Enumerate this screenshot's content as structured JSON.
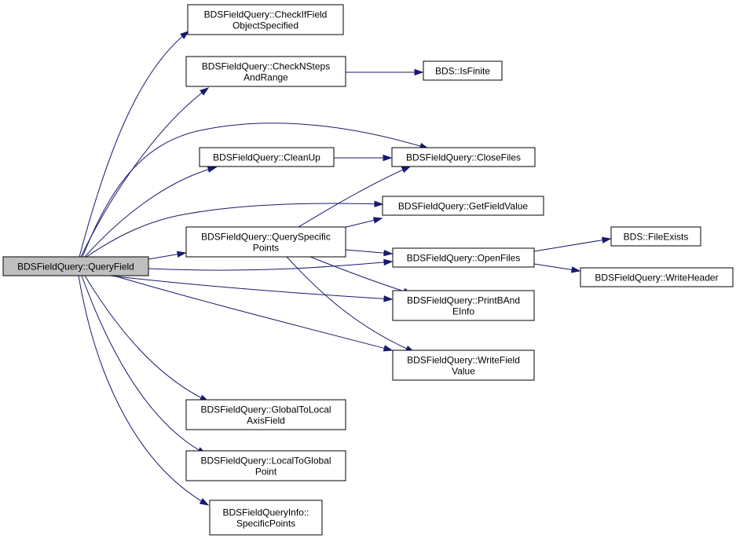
{
  "graph": {
    "edge_color": "#191970",
    "root_fill": "#bfbfbf",
    "nodes": [
      {
        "id": "qf",
        "lines": [
          "BDSFieldQuery::QueryField"
        ]
      },
      {
        "id": "cifos",
        "lines": [
          "BDSFieldQuery::CheckIfField",
          "ObjectSpecified"
        ]
      },
      {
        "id": "cnsar",
        "lines": [
          "BDSFieldQuery::CheckNSteps",
          "AndRange"
        ]
      },
      {
        "id": "isfinite",
        "lines": [
          "BDS::IsFinite"
        ]
      },
      {
        "id": "cleanup",
        "lines": [
          "BDSFieldQuery::CleanUp"
        ]
      },
      {
        "id": "closefiles",
        "lines": [
          "BDSFieldQuery::CloseFiles"
        ]
      },
      {
        "id": "getfv",
        "lines": [
          "BDSFieldQuery::GetFieldValue"
        ]
      },
      {
        "id": "qsp",
        "lines": [
          "BDSFieldQuery::QuerySpecific",
          "Points"
        ]
      },
      {
        "id": "openfiles",
        "lines": [
          "BDSFieldQuery::OpenFiles"
        ]
      },
      {
        "id": "fileexists",
        "lines": [
          "BDS::FileExists"
        ]
      },
      {
        "id": "writeheader",
        "lines": [
          "BDSFieldQuery::WriteHeader"
        ]
      },
      {
        "id": "printbe",
        "lines": [
          "BDSFieldQuery::PrintBAnd",
          "EInfo"
        ]
      },
      {
        "id": "writefv",
        "lines": [
          "BDSFieldQuery::WriteField",
          "Value"
        ]
      },
      {
        "id": "g2l",
        "lines": [
          "BDSFieldQuery::GlobalToLocal",
          "AxisField"
        ]
      },
      {
        "id": "l2g",
        "lines": [
          "BDSFieldQuery::LocalToGlobal",
          "Point"
        ]
      },
      {
        "id": "sp",
        "lines": [
          "BDSFieldQueryInfo::",
          "SpecificPoints"
        ]
      }
    ],
    "edges": [
      {
        "from": "qf",
        "to": "cifos"
      },
      {
        "from": "qf",
        "to": "cnsar"
      },
      {
        "from": "qf",
        "to": "closefiles"
      },
      {
        "from": "qf",
        "to": "cleanup"
      },
      {
        "from": "qf",
        "to": "getfv"
      },
      {
        "from": "qf",
        "to": "qsp"
      },
      {
        "from": "qf",
        "to": "openfiles"
      },
      {
        "from": "qf",
        "to": "printbe"
      },
      {
        "from": "qf",
        "to": "writefv"
      },
      {
        "from": "qf",
        "to": "g2l"
      },
      {
        "from": "qf",
        "to": "l2g"
      },
      {
        "from": "qf",
        "to": "sp"
      },
      {
        "from": "cnsar",
        "to": "isfinite"
      },
      {
        "from": "cleanup",
        "to": "closefiles"
      },
      {
        "from": "qsp",
        "to": "closefiles"
      },
      {
        "from": "qsp",
        "to": "getfv"
      },
      {
        "from": "qsp",
        "to": "openfiles"
      },
      {
        "from": "qsp",
        "to": "printbe"
      },
      {
        "from": "qsp",
        "to": "writefv"
      },
      {
        "from": "openfiles",
        "to": "fileexists"
      },
      {
        "from": "openfiles",
        "to": "writeheader"
      }
    ]
  }
}
